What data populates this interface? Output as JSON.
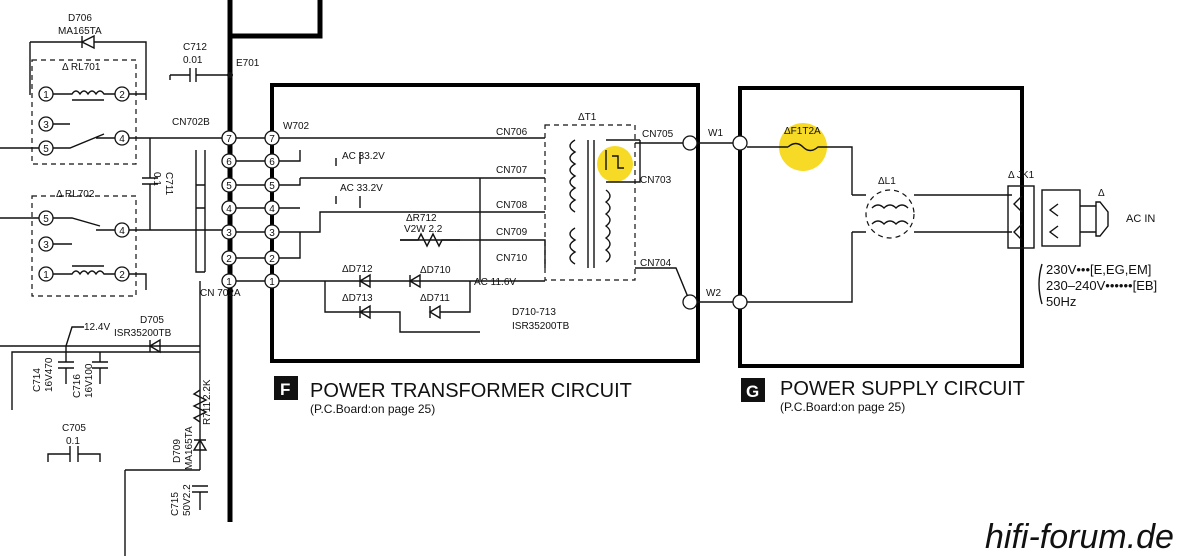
{
  "image": {
    "watermark": "hifi-forum.de"
  },
  "left": {
    "d706": {
      "ref": "D706",
      "part": "MA165TA"
    },
    "rl701": "Δ RL701",
    "rl702": "Δ RL702",
    "c712": {
      "ref": "C712",
      "value": "0.01"
    },
    "e701": "E701",
    "c711": {
      "ref": "C711",
      "value": "0.1"
    },
    "cn702b": "CN702B",
    "cn702a": "CN 702A",
    "d705": {
      "ref": "D705",
      "part": "ISR35200TB"
    },
    "v124": "12.4V",
    "c714": {
      "ref": "C714",
      "value": "16V470"
    },
    "c716": {
      "ref": "C716",
      "value": "16V100"
    },
    "c705": {
      "ref": "C705",
      "value": "0.1"
    },
    "d709": {
      "ref": "D709",
      "part": "MA165TA"
    },
    "r711": {
      "ref": "R711",
      "value": "2.2K"
    },
    "c715": {
      "ref": "C715",
      "value": "50V2.2"
    },
    "pins_cn702b": [
      "7",
      "6",
      "5",
      "4",
      "3",
      "2",
      "1"
    ],
    "relay_pins": [
      "1",
      "2",
      "3",
      "4",
      "5"
    ]
  },
  "section_f": {
    "letter": "F",
    "title": "POWER TRANSFORMER CIRCUIT",
    "subtitle": "(P.C.Board:on page 25)",
    "w702": "W702",
    "pins_w702": [
      "7",
      "6",
      "5",
      "4",
      "3",
      "2",
      "1"
    ],
    "ac1": "AC 33.2V",
    "ac2": "AC 33.2V",
    "r712": {
      "ref": "ΔR712",
      "value": "V2W 2.2"
    },
    "cn706": "CN706",
    "cn707": "CN707",
    "cn708": "CN708",
    "cn709": "CN709",
    "cn710": "CN710",
    "cn705": "CN705",
    "cn703": "CN703",
    "cn704": "CN704",
    "t1": "ΔT1",
    "d710": "ΔD710",
    "d711": "ΔD711",
    "d712": "ΔD712",
    "d713": "ΔD713",
    "ac_mid": "AC 11.6V",
    "d_range": {
      "ref": "D710-713",
      "part": "ISR35200TB"
    }
  },
  "section_g": {
    "letter": "G",
    "title": "POWER SUPPLY CIRCUIT",
    "subtitle": "(P.C.Board:on page 25)",
    "w1": "W1",
    "w2": "W2",
    "f1": "ΔF1T2A",
    "l1": "ΔL1",
    "jk1": "Δ JK1",
    "ac_in": "AC IN",
    "plug_mark": "Δ",
    "voltages": [
      "230V•••[E,EG,EM]",
      "230–240V••••••[EB]",
      "50Hz"
    ]
  },
  "highlight_color": "#f5d400"
}
